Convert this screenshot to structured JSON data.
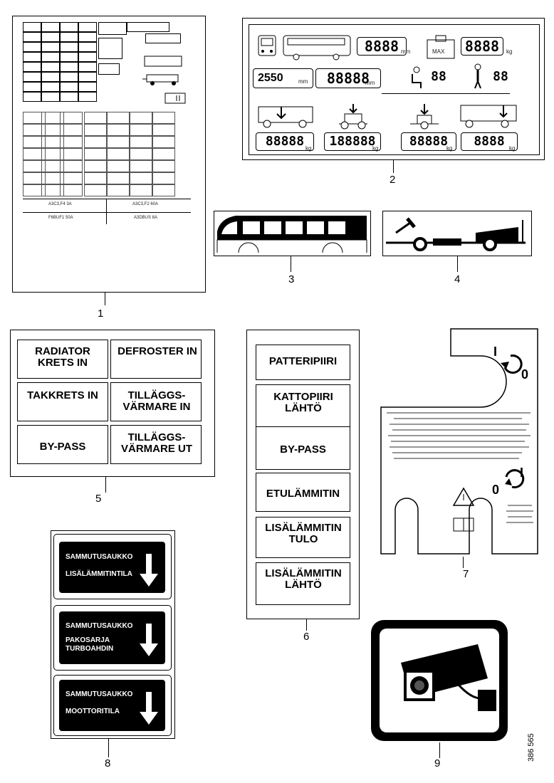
{
  "callouts": {
    "c1": "1",
    "c2": "2",
    "c3": "3",
    "c4": "4",
    "c5": "5",
    "c6": "6",
    "c7": "7",
    "c8": "8",
    "c9": "9"
  },
  "part_number": "386 565",
  "decal1": {
    "bottom_labels": [
      "A3C3,F4 3A",
      "A3C3,F2 60A",
      "F6BUF1 50A",
      "A3DBUS 8A"
    ]
  },
  "decal2": {
    "readout_left": "2550",
    "readout_left_unit": "mm",
    "readouts": [
      "8888",
      "8888",
      "88888",
      "88",
      "88",
      "88888",
      "188888",
      "88888",
      "8888"
    ],
    "units": [
      "mm",
      "kg",
      "mm",
      "kg",
      "kg",
      "kg",
      "kg"
    ],
    "max_label": "MAX"
  },
  "decal5": {
    "cells": [
      "RADIATOR KRETS IN",
      "DEFROSTER IN",
      "TAKKRETS IN",
      "TILLÄGGS-VÄRMARE IN",
      "BY-PASS",
      "TILLÄGGS-VÄRMARE UT"
    ]
  },
  "decal6": {
    "cells": [
      "PATTERIPIIRI",
      "KATTOPIIRI LÄHTÖ",
      "BY-PASS",
      "ETULÄMMITIN",
      "LISÄLÄMMITIN TULO",
      "LISÄLÄMMITIN LÄHTÖ"
    ]
  },
  "decal7": {
    "on_top": "I",
    "off_top": "0",
    "on_bottom": "I",
    "off_bottom": "0"
  },
  "decal8": {
    "signs": [
      {
        "title": "SAMMUTUSAUKKO",
        "sub": "LISÄLÄMMITINTILA"
      },
      {
        "title": "SAMMUTUSAUKKO",
        "sub": "PAKOSARJA TURBOAHDIN"
      },
      {
        "title": "SAMMUTUSAUKKO",
        "sub": "MOOTTORITILA"
      }
    ]
  }
}
